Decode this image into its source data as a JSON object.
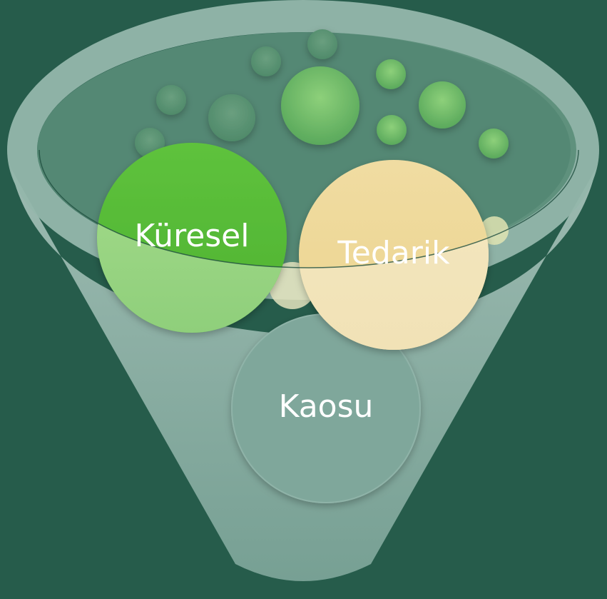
{
  "diagram": {
    "type": "funnel",
    "colors": {
      "background": "#265c4b",
      "funnel": "#8fb3a8",
      "bubble_green": "#6bbf59",
      "bubble_cream": "#f0dca0",
      "bubble_grey": "#7fa79b"
    },
    "bubbles": [
      {
        "id": "kuresel",
        "label": "Küresel"
      },
      {
        "id": "tedarik",
        "label": "Tedarik"
      },
      {
        "id": "kaosu",
        "label": "Kaosu"
      }
    ]
  }
}
